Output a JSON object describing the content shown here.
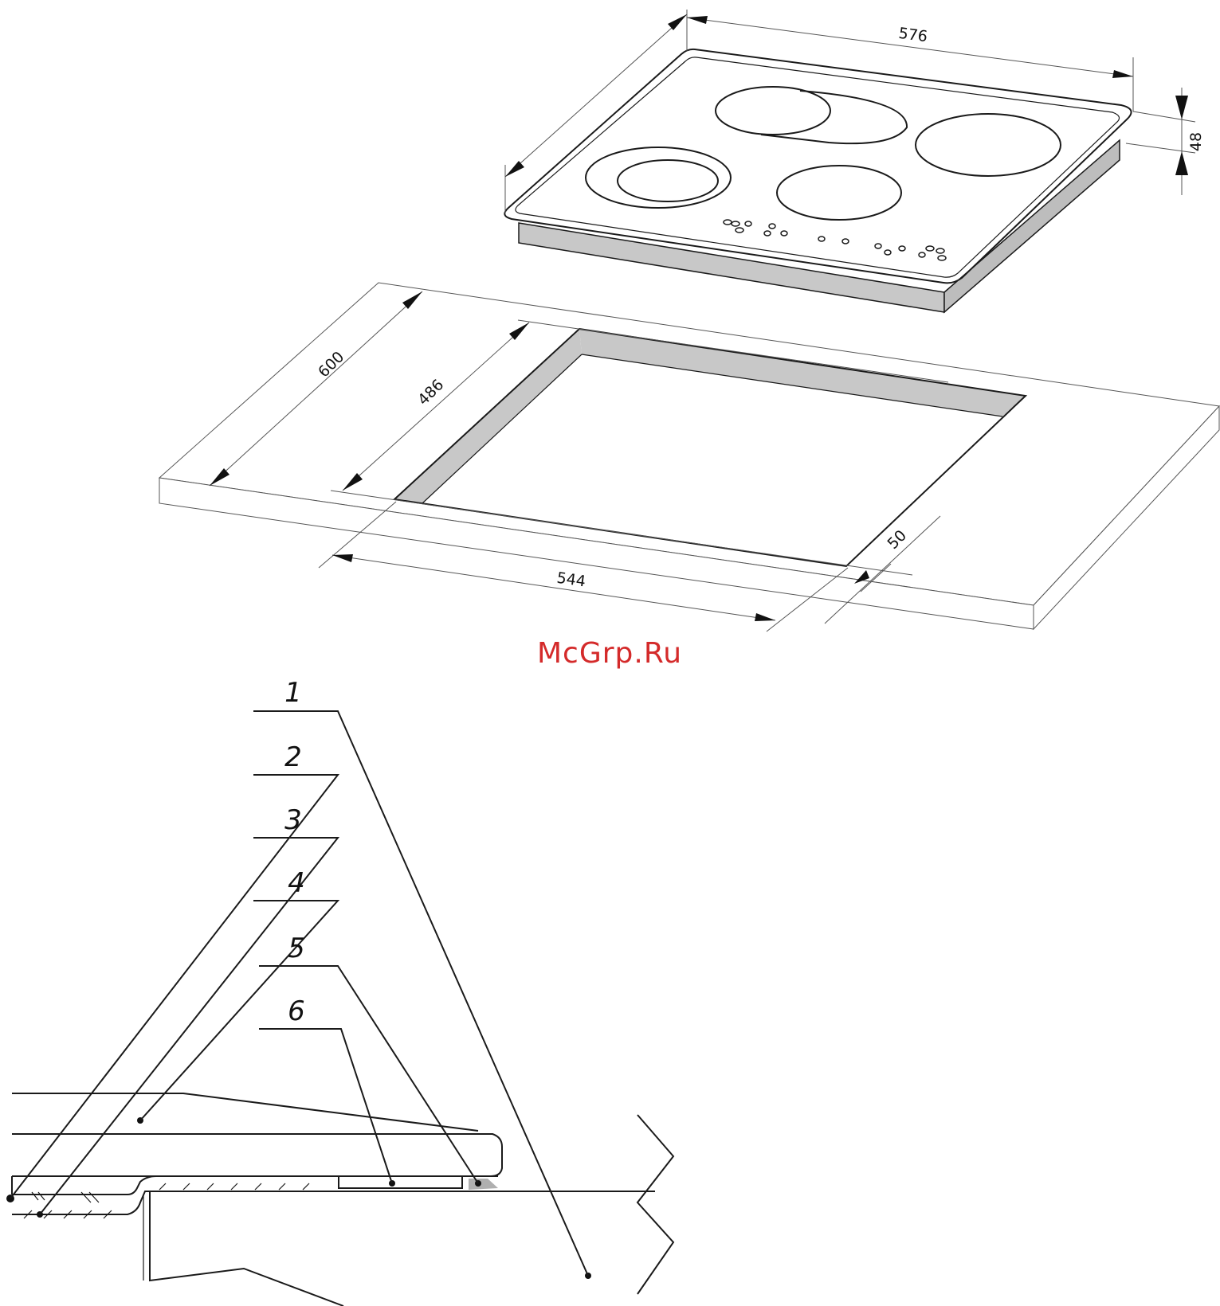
{
  "colors": {
    "watermark": "#d42a2a",
    "shade": "#c8c8c8",
    "line": "#1a1a1a"
  },
  "watermark": "McGrp.Ru",
  "dimensions": {
    "hob_width": "576",
    "hob_depth": "48",
    "counter_depth": "600",
    "cutout_depth": "486",
    "cutout_width": "544",
    "front_margin": "50"
  },
  "callouts": [
    "1",
    "2",
    "3",
    "4",
    "5",
    "6"
  ]
}
